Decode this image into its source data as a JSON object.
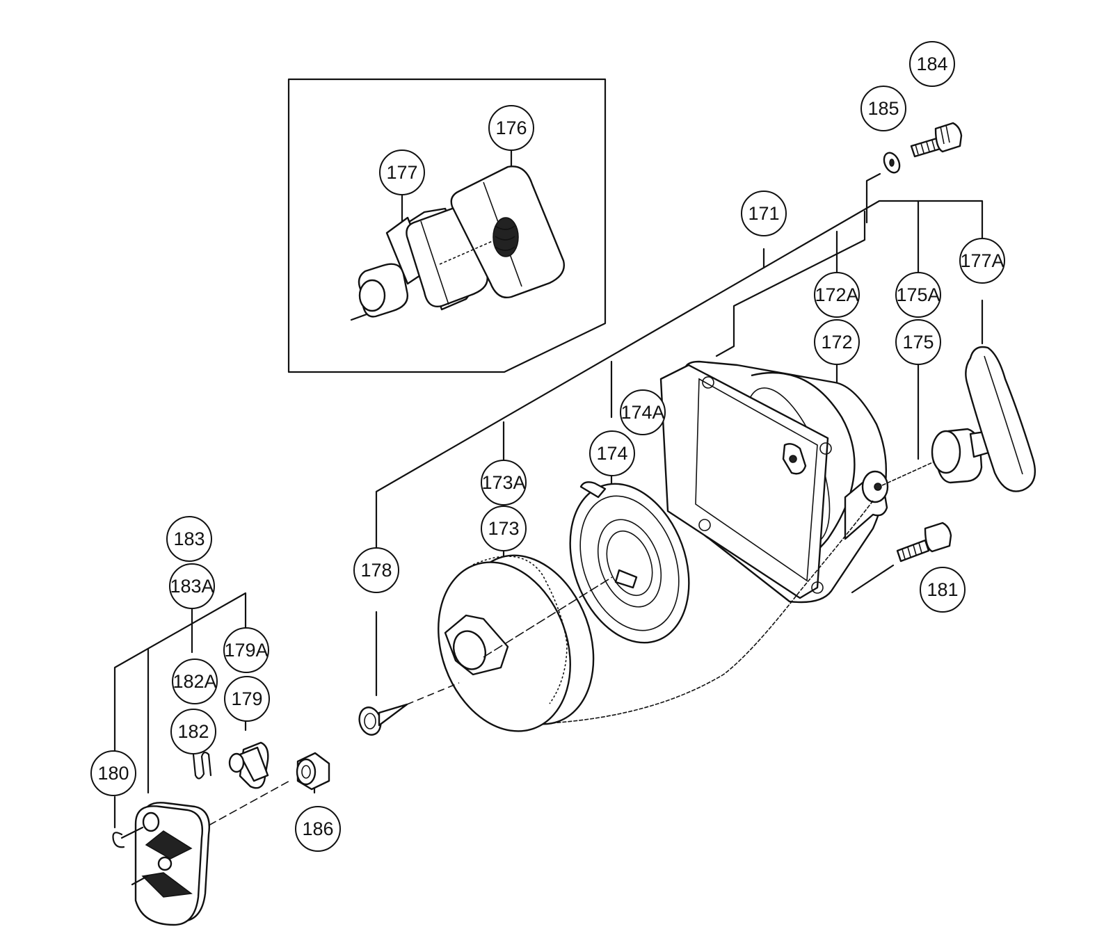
{
  "callouts": {
    "c171": "171",
    "c172": "172",
    "c172A": "172A",
    "c173": "173",
    "c173A": "173A",
    "c174": "174",
    "c174A": "174A",
    "c175": "175",
    "c175A": "175A",
    "c176": "176",
    "c177": "177",
    "c177A": "177A",
    "c178": "178",
    "c179": "179",
    "c179A": "179A",
    "c180": "180",
    "c181": "181",
    "c182": "182",
    "c182A": "182A",
    "c183": "183",
    "c183A": "183A",
    "c184": "184",
    "c185": "185",
    "c186": "186"
  }
}
